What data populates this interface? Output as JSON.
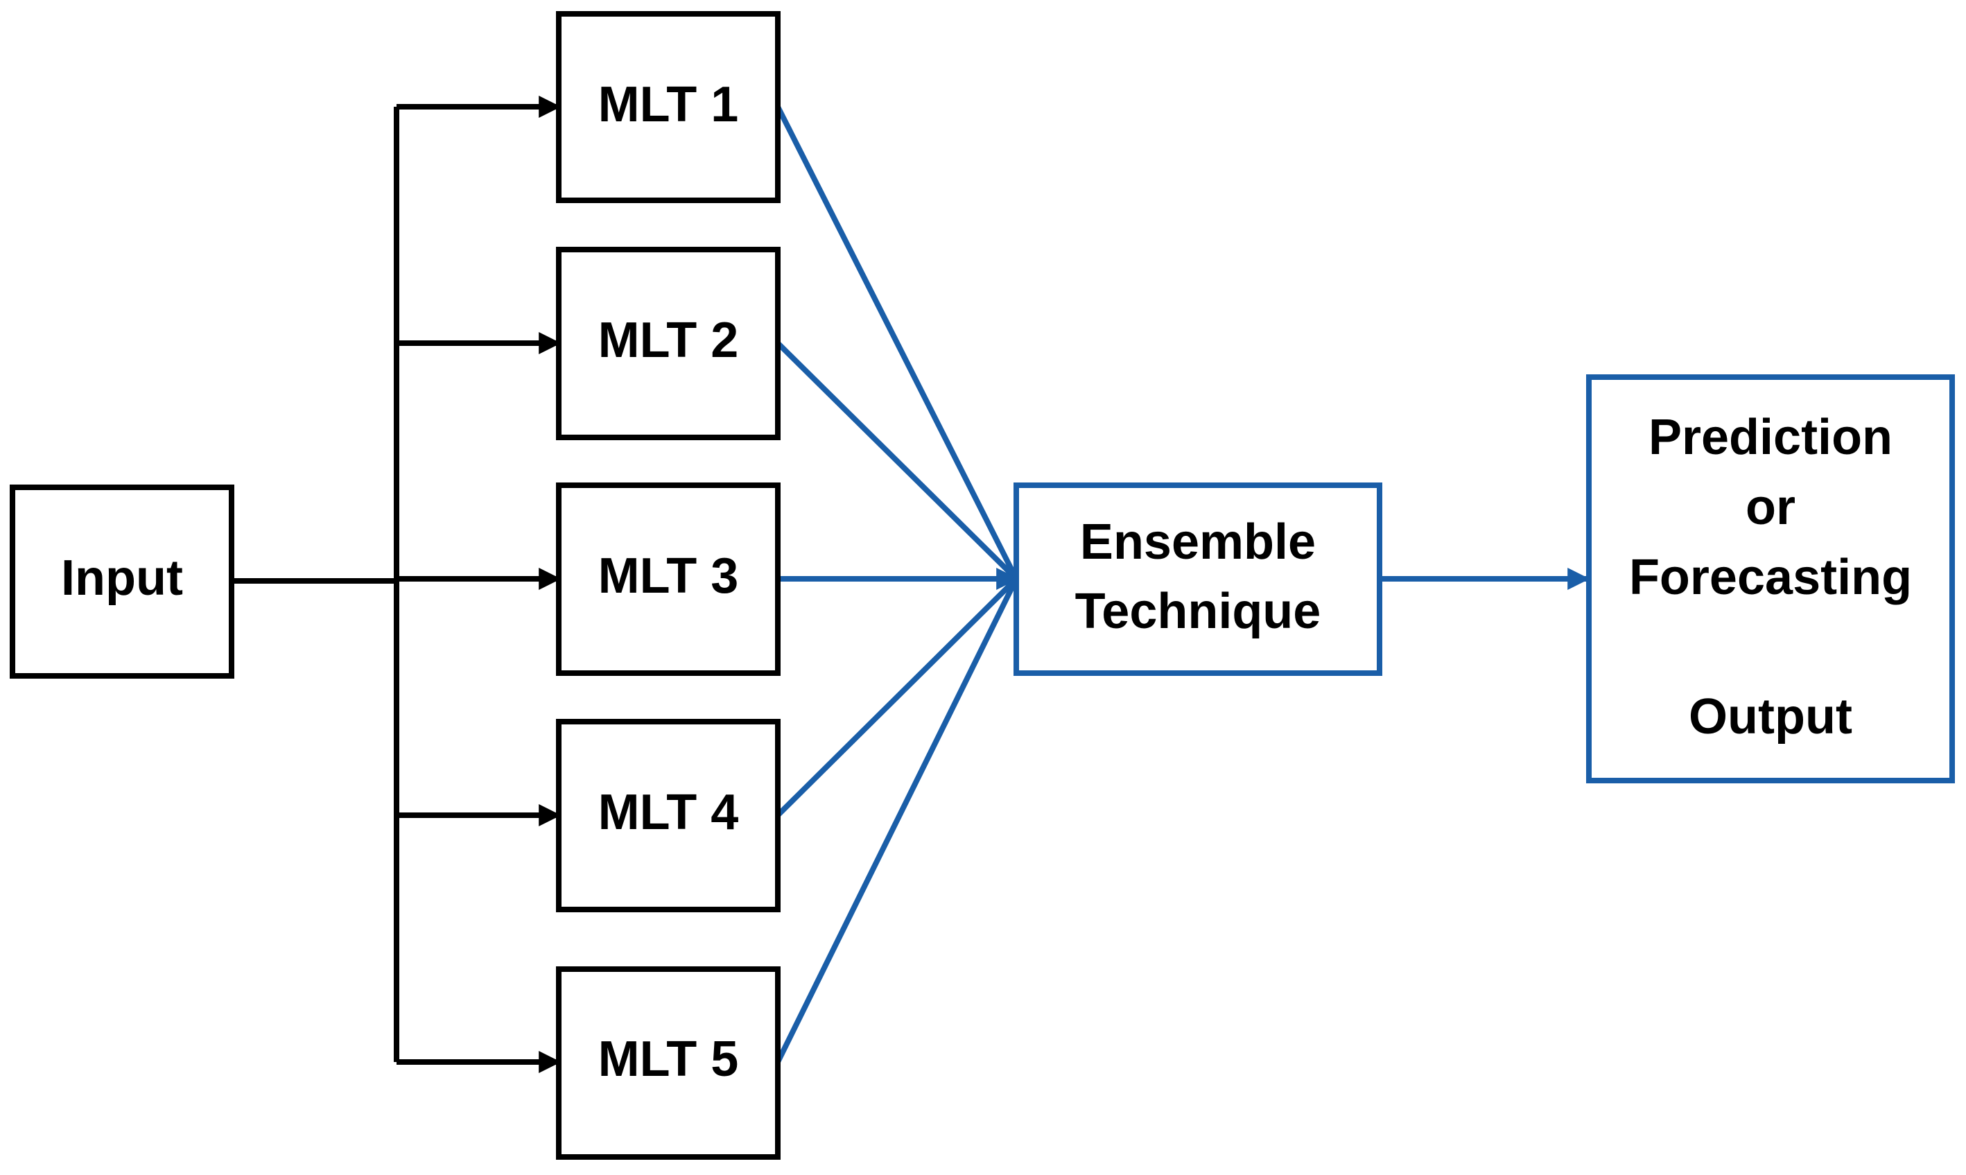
{
  "diagram": {
    "input": {
      "label": "Input"
    },
    "models": [
      {
        "label": "MLT 1"
      },
      {
        "label": "MLT 2"
      },
      {
        "label": "MLT 3"
      },
      {
        "label": "MLT 4"
      },
      {
        "label": "MLT 5"
      }
    ],
    "ensemble": {
      "line1": "Ensemble",
      "line2": "Technique"
    },
    "output": {
      "line1": "Prediction",
      "line2": "or",
      "line3": "Forecasting",
      "line4": "Output"
    }
  },
  "colors": {
    "black_stroke": "#000000",
    "blue_stroke": "#1a5ea8"
  }
}
